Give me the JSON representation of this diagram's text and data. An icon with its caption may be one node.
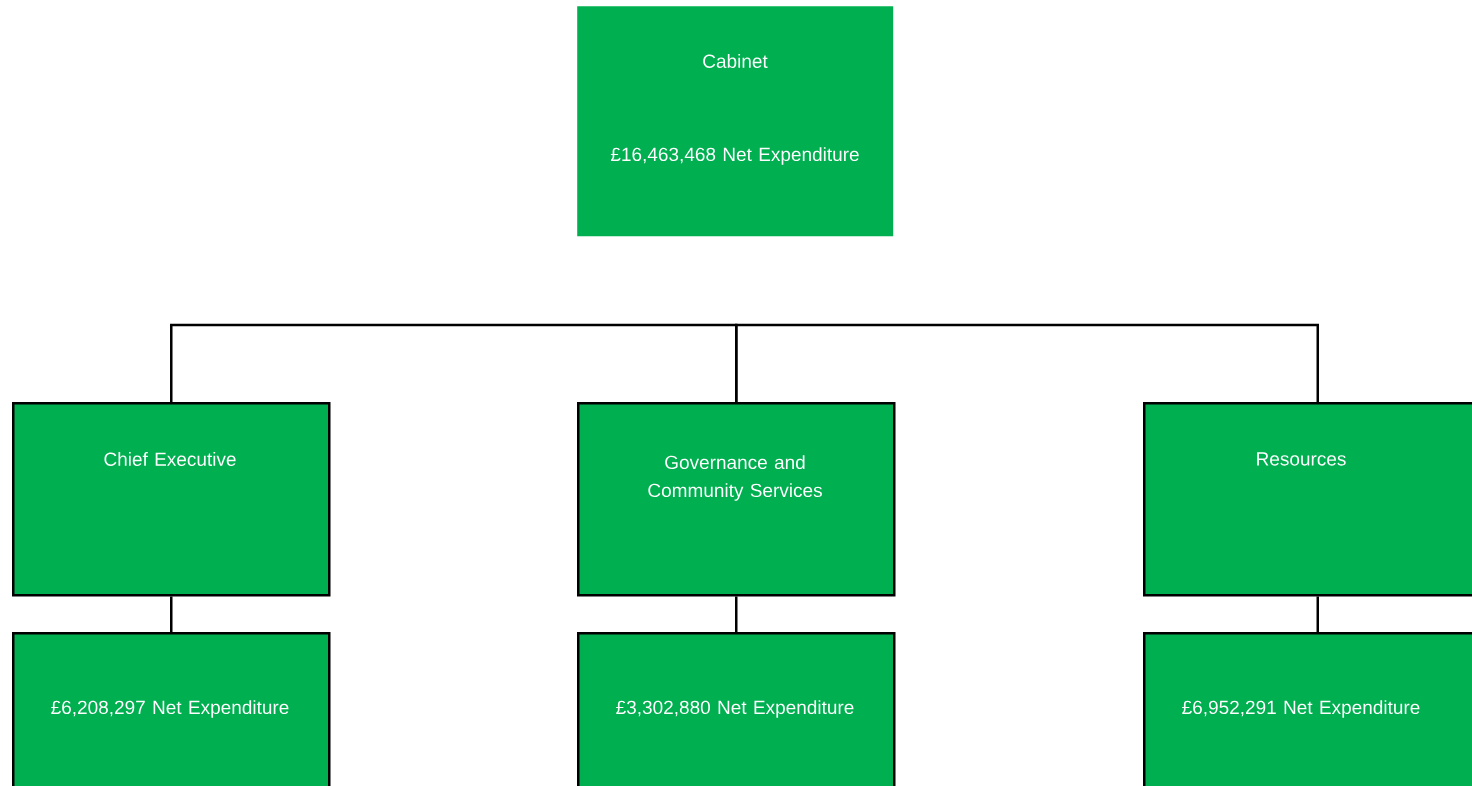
{
  "diagram": {
    "nodes": [
      {
        "text": [
          "Cabinet",
          "£16,463,468 Net Expenditure"
        ]
      },
      {
        "text": [
          "Chief Executive"
        ]
      },
      {
        "text": [
          "Governance and Community Services"
        ]
      },
      {
        "text": [
          "Resources"
        ]
      },
      {
        "text": [
          "£6,208,297 Net Expenditure"
        ]
      },
      {
        "text": [
          "£3,302,880 Net Expenditure"
        ]
      },
      {
        "text": [
          "£6,952,291 Net Expenditure"
        ]
      }
    ],
    "edges": [
      {
        "from": 2,
        "to": 1,
        "arrow": "none"
      },
      {
        "from": 2,
        "to": 3,
        "arrow": "none"
      },
      {
        "from": 1,
        "to": 4,
        "arrow": "none"
      },
      {
        "from": 2,
        "to": 5,
        "arrow": "none"
      },
      {
        "from": 3,
        "to": 6,
        "arrow": "none"
      }
    ]
  }
}
